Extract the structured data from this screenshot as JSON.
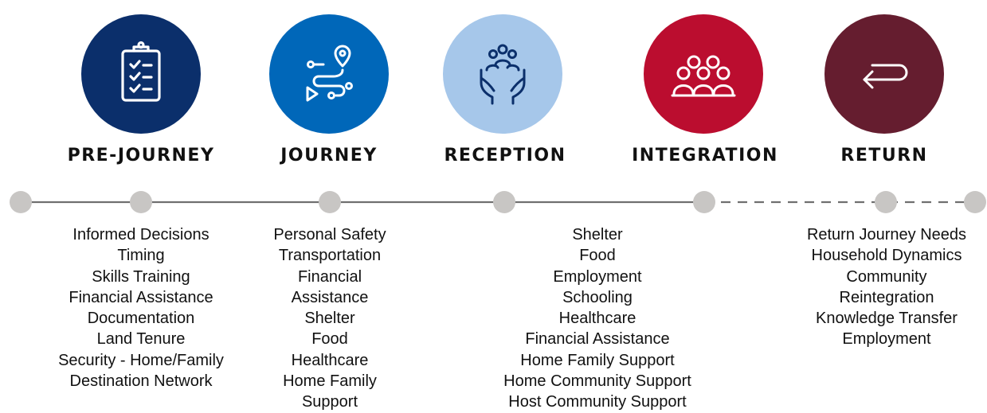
{
  "colors": {
    "pre_journey": "#0b2f6b",
    "journey": "#0067b9",
    "reception": "#a6c7ea",
    "integration": "#bb0d2f",
    "return": "#651d2f",
    "timeline": "#707070",
    "node": "#c8c6c4"
  },
  "stages": [
    {
      "title": "PRE-JOURNEY",
      "icon": "clipboard-checklist-icon",
      "items": [
        "Informed Decisions",
        "Timing",
        "Skills Training",
        "Financial Assistance",
        "Documentation",
        "Land Tenure",
        "Security - Home/Family",
        "Destination Network"
      ]
    },
    {
      "title": "JOURNEY",
      "icon": "route-path-icon",
      "items": [
        "Personal Safety",
        "Transportation",
        "Financial",
        "Assistance",
        "Shelter",
        "Food",
        "Healthcare",
        "Home Family",
        "Support"
      ]
    },
    {
      "title": "RECEPTION",
      "icon": "hands-holding-people-icon",
      "items": [
        "Shelter",
        "Food",
        "Employment",
        "Schooling",
        "Healthcare",
        "Financial Assistance",
        "Home Family Support",
        "Home Community Support",
        "Host Community Support"
      ]
    },
    {
      "title": "INTEGRATION",
      "icon": "group-of-people-icon"
    },
    {
      "title": "RETURN",
      "icon": "return-arrow-icon",
      "items": [
        "Return Journey Needs",
        "Household Dynamics",
        "Community",
        "Reintegration",
        "Knowledge Transfer",
        "Employment"
      ]
    }
  ]
}
